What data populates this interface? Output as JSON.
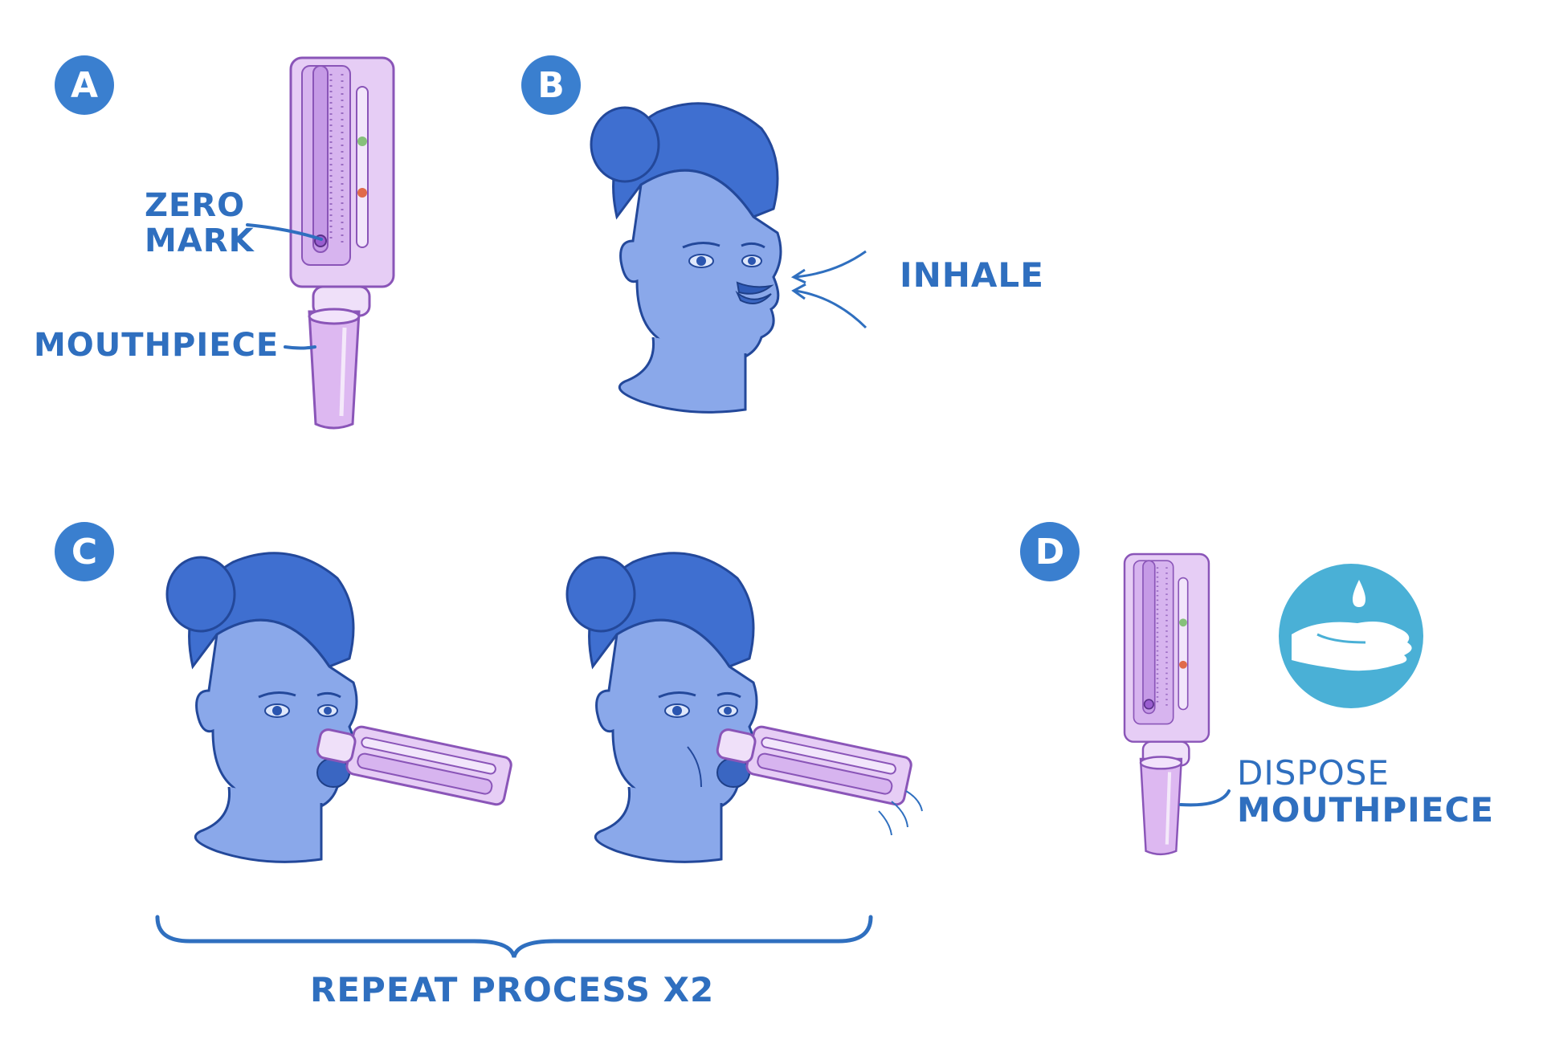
{
  "steps": {
    "a": {
      "badge": "A",
      "zero_mark_line1": "ZERO",
      "zero_mark_line2": "MARK",
      "mouthpiece": "MOUTHPIECE"
    },
    "b": {
      "badge": "B",
      "inhale": "INHALE"
    },
    "c": {
      "badge": "C",
      "repeat": "REPEAT PROCESS X2"
    },
    "d": {
      "badge": "D",
      "dispose_line1": "DISPOSE",
      "dispose_line2": "MOUTHPIECE"
    }
  },
  "icons": {
    "meter": "peak-flow-meter-icon",
    "mouthpiece": "mouthpiece-icon",
    "head": "woman-head-icon",
    "hand_wash": "hand-wash-icon"
  },
  "colors": {
    "badge": "#3a7fcf",
    "label": "#2f6fbf",
    "skin": "#8aa8ea",
    "hair": "#3f6fd0",
    "device": "#e4c9f3",
    "device_outline": "#8a55b8",
    "handwash_circle": "#4ab0d6"
  }
}
